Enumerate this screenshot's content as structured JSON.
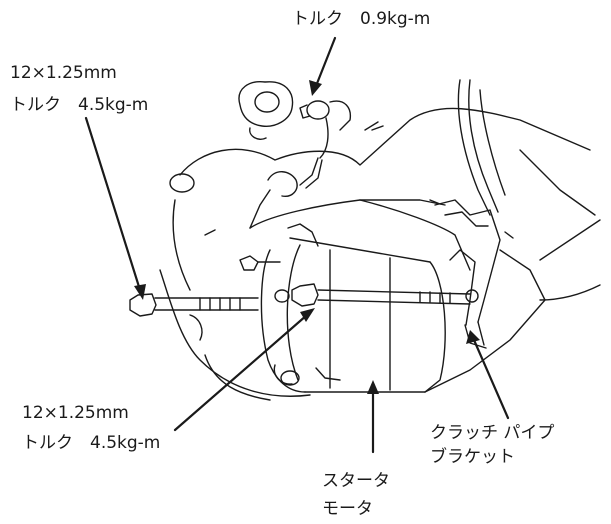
{
  "labels": {
    "torque_top": "トルク　0.9kg-m",
    "bolt_upper_size": "12×1.25mm",
    "bolt_upper_torque": "トルク　4.5kg-m",
    "bolt_lower_size": "12×1.25mm",
    "bolt_lower_torque": "トルク　4.5kg-m",
    "clutch_line1": "クラッチ パイプ",
    "clutch_line2": "ブラケット",
    "starter_line1": "スタータ",
    "starter_line2": "モータ"
  },
  "colors": {
    "ink": "#1a1a1a",
    "background": "#ffffff"
  }
}
